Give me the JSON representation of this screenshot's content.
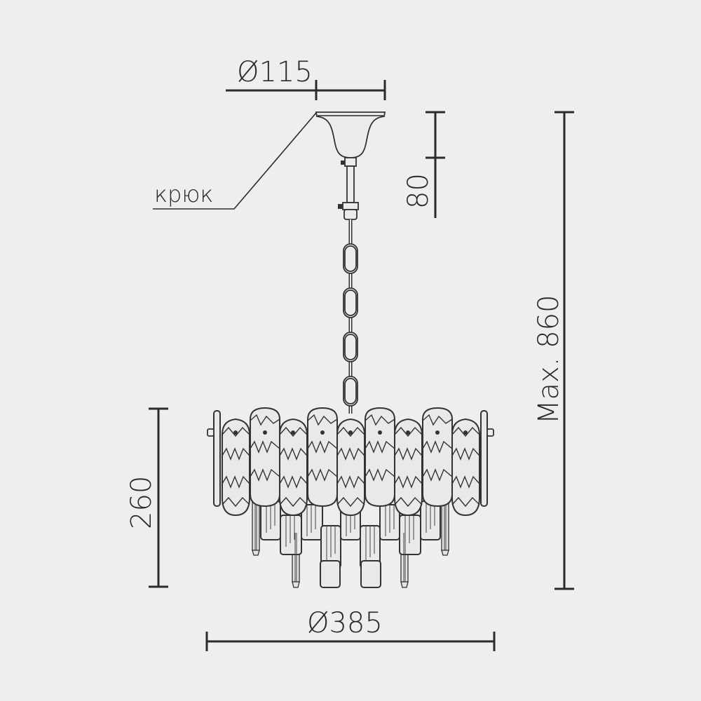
{
  "drawing": {
    "subject": "pendant chandelier technical drawing",
    "colors": {
      "background": "#eeeeee",
      "line": "#2b2b2b"
    }
  },
  "dimensions": {
    "canopy_diameter": {
      "label": "Ø115",
      "value": 115,
      "unit": "mm"
    },
    "canopy_height": {
      "label": "80",
      "value": 80,
      "unit": "mm"
    },
    "max_height": {
      "label": "Max. 860",
      "value": 860,
      "unit": "mm"
    },
    "body_height": {
      "label": "260",
      "value": 260,
      "unit": "mm"
    },
    "body_diameter": {
      "label": "Ø385",
      "value": 385,
      "unit": "mm"
    }
  },
  "callouts": {
    "hook": {
      "label": "крюк"
    }
  }
}
